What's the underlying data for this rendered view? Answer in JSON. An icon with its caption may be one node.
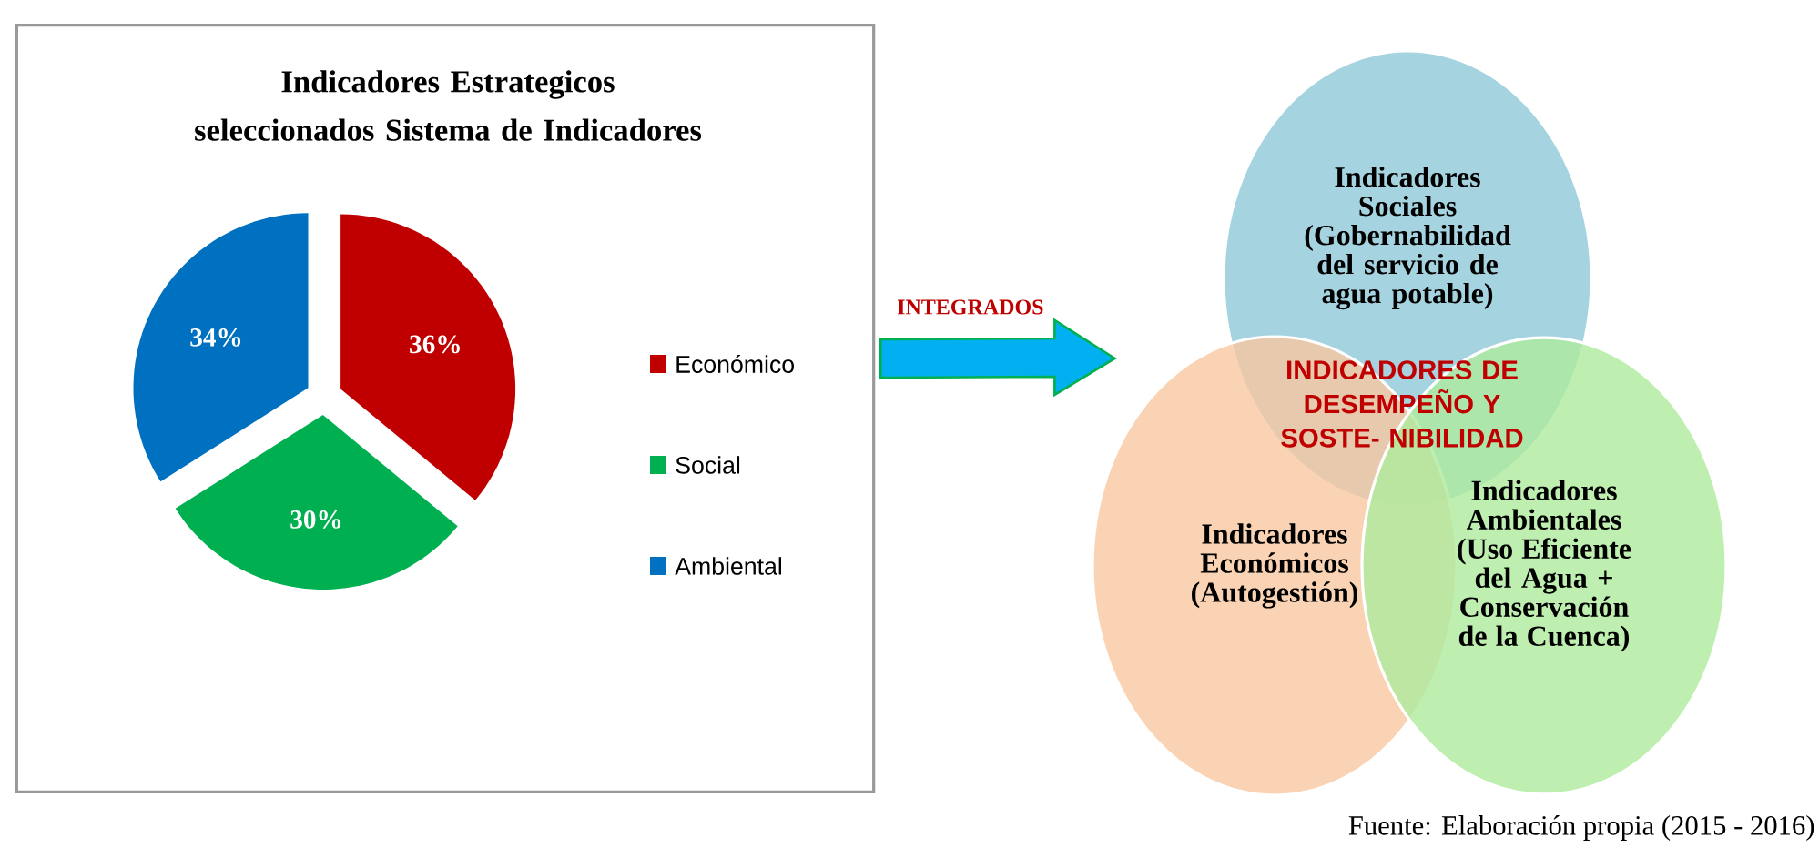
{
  "diagram": {
    "caption": "Fuente: Elaboración propia (2015 - 2016)",
    "nodes": [
      {
        "text": [],
        "shape": "box"
      },
      {
        "text": [
          "Indicadores Sociales (Gobernabilidad del servicio de agua potable)"
        ]
      },
      {
        "text": [
          "Indicadores Económicos (Autogestión)"
        ]
      },
      {
        "text": [
          "Indicadores Ambientales (Uso Eficiente del Agua + Conservación de la Cuenca)"
        ]
      }
    ],
    "edges": [
      {
        "from": 0,
        "to": 2,
        "arrow": "to",
        "label": "INTEGRADOS"
      }
    ],
    "labels": [
      "INDICADORES DE DESEMPEÑO Y SOSTE- NIBILIDAD"
    ],
    "legend": [
      {
        "text": "Económico",
        "color": "#c00000"
      },
      {
        "text": "Social",
        "color": "#00b050"
      },
      {
        "text": "Ambiental",
        "color": "#0070c0"
      }
    ],
    "chart_data": {
      "type": "pie",
      "title": "Indicadores Estrategicos seleccionados Sistema de Indicadores",
      "values": [
        36,
        30,
        34
      ],
      "value_labels": [
        "36%",
        "30%",
        "34%"
      ]
    }
  }
}
